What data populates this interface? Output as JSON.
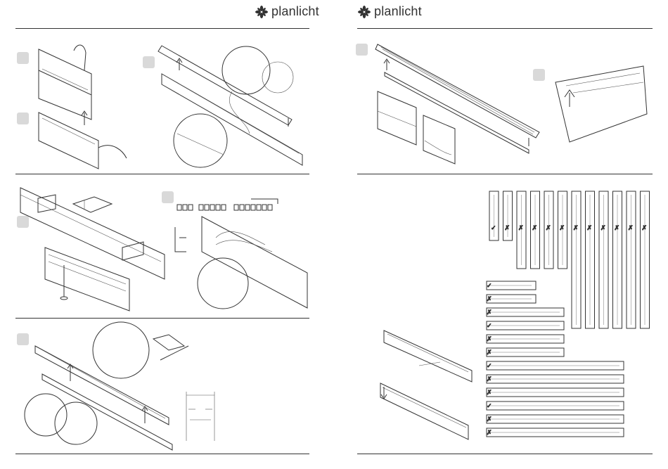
{
  "header": {
    "left_brand": "planlicht",
    "right_brand": "planlicht"
  },
  "icons": {
    "logo": "planlicht-flower-logo",
    "lift": "up-arrow-icon",
    "ok": "check-mark-icon",
    "wrong": "cross-mark-icon"
  },
  "colors": {
    "rule": "#333333",
    "badge": "#d9d9d9",
    "drawing": "#333333"
  },
  "marks": {
    "ok": "✓",
    "wrong": "✗"
  }
}
